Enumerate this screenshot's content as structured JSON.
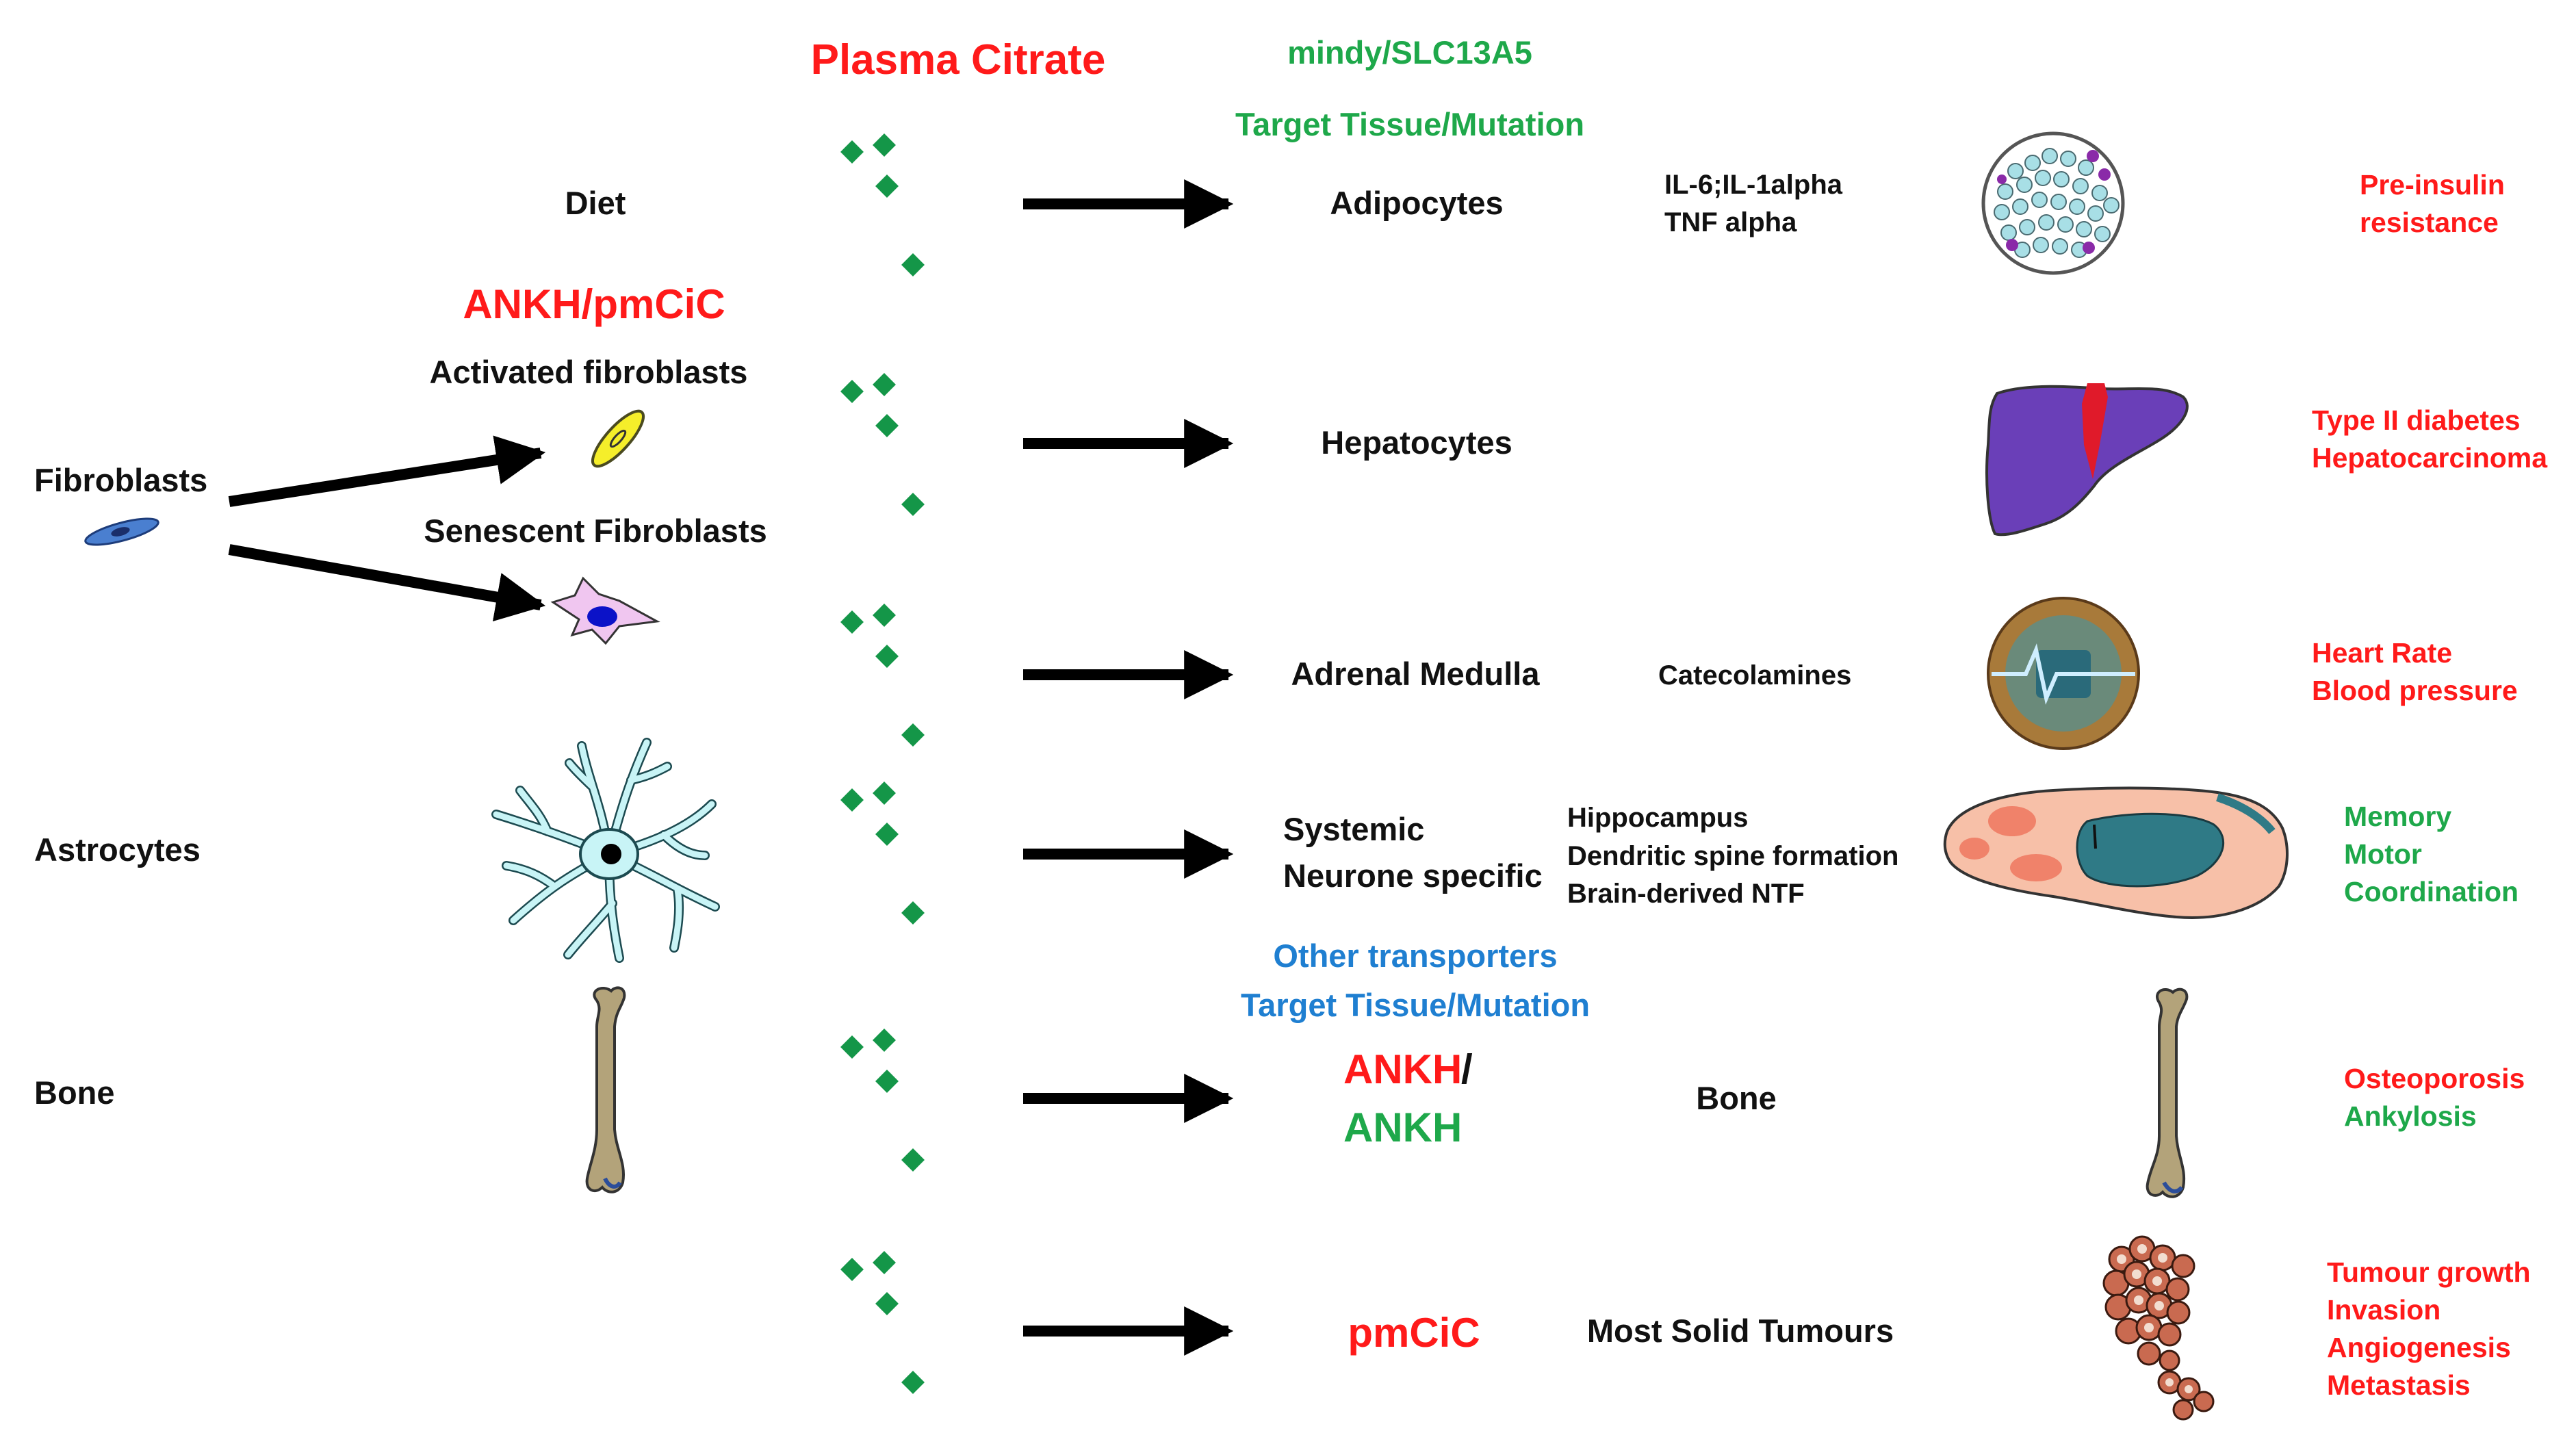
{
  "colors": {
    "red": "#ff1a1a",
    "green": "#1ea84a",
    "blue": "#1f7fd1",
    "black": "#111111",
    "diamond": "#149648",
    "liver": "#6a3fb8",
    "bone": "#b3a37a",
    "astrocyte": "#c8f4f6",
    "brain": "#f7c0a8",
    "brain_dark": "#2f7a86"
  },
  "header": {
    "plasma_citrate": "Plasma Citrate",
    "transporter": "mindy/SLC13A5",
    "target_tissue": "Target Tissue/Mutation",
    "other_transporters": "Other transporters",
    "target_tissue_2": "Target Tissue/Mutation"
  },
  "sources": {
    "diet": "Diet",
    "ankh_pmcic": "ANKH/pmCiC",
    "activated_fibroblasts": "Activated fibroblasts",
    "fibroblasts": "Fibroblasts",
    "senescent_fibroblasts": "Senescent Fibroblasts",
    "astrocytes": "Astrocytes",
    "bone": "Bone"
  },
  "rows": [
    {
      "target": "Adipocytes",
      "mediators": [
        "IL-6;IL-1alpha",
        "TNF alpha"
      ],
      "image": "adipose-tissue-icon",
      "outcomes": [
        {
          "text": "Pre-insulin",
          "color": "red"
        },
        {
          "text": "resistance",
          "color": "red"
        }
      ]
    },
    {
      "target": "Hepatocytes",
      "mediators": [],
      "image": "liver-icon",
      "outcomes": [
        {
          "text": "Type II diabetes",
          "color": "red"
        },
        {
          "text": "Hepatocarcinoma",
          "color": "red"
        }
      ]
    },
    {
      "target": "Adrenal Medulla",
      "mediators": [
        "Catecolamines"
      ],
      "image": "heart-monitor-icon",
      "outcomes": [
        {
          "text": "Heart Rate",
          "color": "red"
        },
        {
          "text": "Blood pressure",
          "color": "red"
        }
      ]
    },
    {
      "target": [
        "Systemic",
        "Neurone specific"
      ],
      "mediators": [
        "Hippocampus",
        "Dendritic spine formation",
        "Brain-derived NTF"
      ],
      "image": "brain-icon",
      "outcomes": [
        {
          "text": "Memory",
          "color": "green"
        },
        {
          "text": "Motor",
          "color": "green"
        },
        {
          "text": "Coordination",
          "color": "green"
        }
      ]
    },
    {
      "target_parts": [
        {
          "text": "ANKH",
          "color": "red"
        },
        {
          "text": "/",
          "color": "black"
        },
        {
          "text": "ANKH",
          "color": "green"
        }
      ],
      "mediators": [
        "Bone"
      ],
      "image": "bone-icon",
      "outcomes": [
        {
          "text": "Osteoporosis",
          "color": "red"
        },
        {
          "text": "Ankylosis",
          "color": "green"
        }
      ]
    },
    {
      "target": "pmCiC",
      "target_color": "red",
      "mediators": [
        "Most Solid Tumours"
      ],
      "image": "tumour-icon",
      "outcomes": [
        {
          "text": "Tumour growth",
          "color": "red"
        },
        {
          "text": "Invasion",
          "color": "red"
        },
        {
          "text": "Angiogenesis",
          "color": "red"
        },
        {
          "text": "Metastasis",
          "color": "red"
        }
      ]
    }
  ]
}
